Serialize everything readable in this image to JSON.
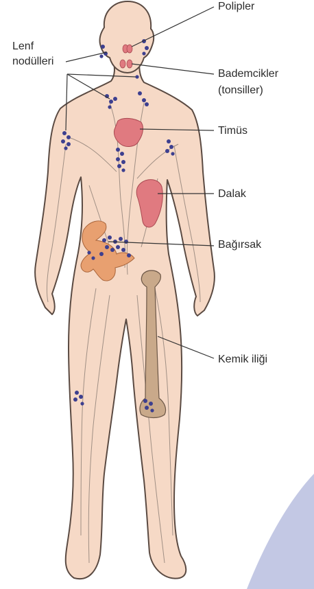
{
  "labels": {
    "lymph_nodes_line1": "Lenf",
    "lymph_nodes_line2": "nodülleri",
    "polyps": "Polipler",
    "tonsils_line1": "Bademcikler",
    "tonsils_line2": "(tonsiller)",
    "thymus": "Timüs",
    "spleen": "Dalak",
    "intestine": "Bağırsak",
    "bone_marrow": "Kemik iliği"
  },
  "colors": {
    "skin": "#f6d9c6",
    "outline": "#5a4a42",
    "vessel": "#8b7d74",
    "node": "#3d3f8f",
    "organ_red": "#e07a80",
    "intestine": "#e8a070",
    "bone": "#c9a98a",
    "corner_accent": "#c3c8e4",
    "leader_line": "#333333",
    "text": "#2b2b2b"
  }
}
